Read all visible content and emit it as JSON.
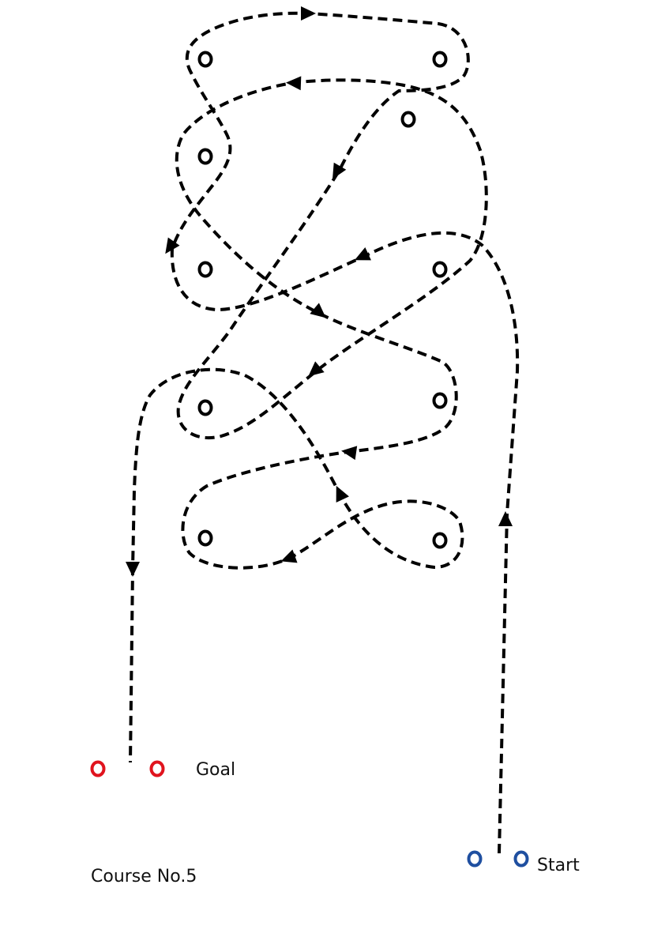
{
  "labels": {
    "goal": "Goal",
    "start": "Start",
    "course": "Course No.5"
  },
  "colors": {
    "path": "#000000",
    "cone": "#000000",
    "goal_marker": "#e0141e",
    "start_marker": "#1f4fa0"
  }
}
